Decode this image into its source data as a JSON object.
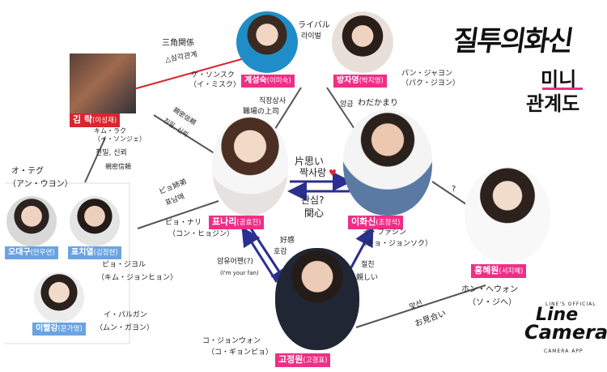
{
  "title": {
    "main": "질투의화신",
    "sub1": "미니",
    "sub2": "관계도"
  },
  "watermark": {
    "top": "LINE'S OFFICIAL",
    "line1": "Line",
    "line2": "Camera",
    "bottom": "CAMERA APP"
  },
  "colors": {
    "pink": "#ee2f86",
    "red": "#d8262e",
    "blue": "#6aa3e2",
    "navy": "#2b2f8f",
    "line_gray": "#555555",
    "line_red": "#d8262e"
  },
  "characters": {
    "gye_seongsuk": {
      "name": "계성숙",
      "actor": "(이미숙)",
      "kana": "ケ・ソンスク",
      "kana_actor": "（イ・ミスク）"
    },
    "bang_jayeong": {
      "name": "방자영",
      "actor": "(박지영)",
      "kana": "パン・ジャヨン",
      "kana_actor": "（パク・ジヨン）"
    },
    "kim_rak": {
      "name": "김 락",
      "actor": "(이성재)",
      "kana": "キム・ラク",
      "kana_actor": "（イ・ソンジェ）"
    },
    "pyo_nari": {
      "name": "표나리",
      "actor": "(공효진)",
      "kana": "ピョ・ナリ",
      "kana_actor": "（コン・ヒョジン）"
    },
    "lee_hwasin": {
      "name": "이화신",
      "actor": "(조정석)",
      "kana": "イ・ファシン",
      "kana_actor": "（チョ・ジョンソク）"
    },
    "hong_hyewon": {
      "name": "홍혜원",
      "actor": "(서지혜)",
      "kana": "ホン・ヘウォン",
      "kana_actor": "（ソ・ジヘ）"
    },
    "go_jeongwon": {
      "name": "고정원",
      "actor": "(고경표)",
      "kana": "コ・ジョンウォン",
      "kana_actor": "（コ・ギョンピョ）"
    },
    "o_daegu": {
      "name": "오대구",
      "actor": "(안우연)"
    },
    "pyo_chiyeol": {
      "name": "표치열",
      "actor": "(김정현)",
      "kana": "ピョ・ジヨル",
      "kana_actor": "（キム・ジョンヒョン）"
    },
    "lee_ppalgang": {
      "name": "이빨강",
      "actor": "(문가영)",
      "kana": "イ・パルガン",
      "kana_actor": "（ムン・ガヨン）"
    },
    "o_daegu_kana": {
      "kana": "オ・テグ",
      "kana_actor": "（アン・ウヨン）"
    }
  },
  "relations": {
    "rival_jp": "ライバル",
    "rival_kr": "라이벌",
    "triangle_jp": "三角関係",
    "triangle_kr": "△삼각관계",
    "boss_kr": "직장상사",
    "boss_jp": "職場の上司",
    "grudge_kr": "앙금",
    "grudge_jp": "わだかまり",
    "close_jp_1": "親密信頼",
    "close_kr_1": "친밀, 신뢰",
    "close_kr_2": "친밀, 신뢰",
    "close_jp_2": "親密信頼",
    "sibling_jp": "ピョ姉弟",
    "sibling_kr": "표남매",
    "crush_jp": "片思い",
    "crush_kr": "짝사랑",
    "interest_kr": "관심?",
    "interest_jp": "関心",
    "favor_jp": "好感",
    "favor_kr": "호감",
    "iam_kr": "암유어팬(?)",
    "iam_en": "(I'm your fan)",
    "familiar_kr": "절친",
    "familiar_jp": "親しい",
    "question": "?",
    "date_kr": "맞선",
    "date_jp": "お見合い"
  }
}
